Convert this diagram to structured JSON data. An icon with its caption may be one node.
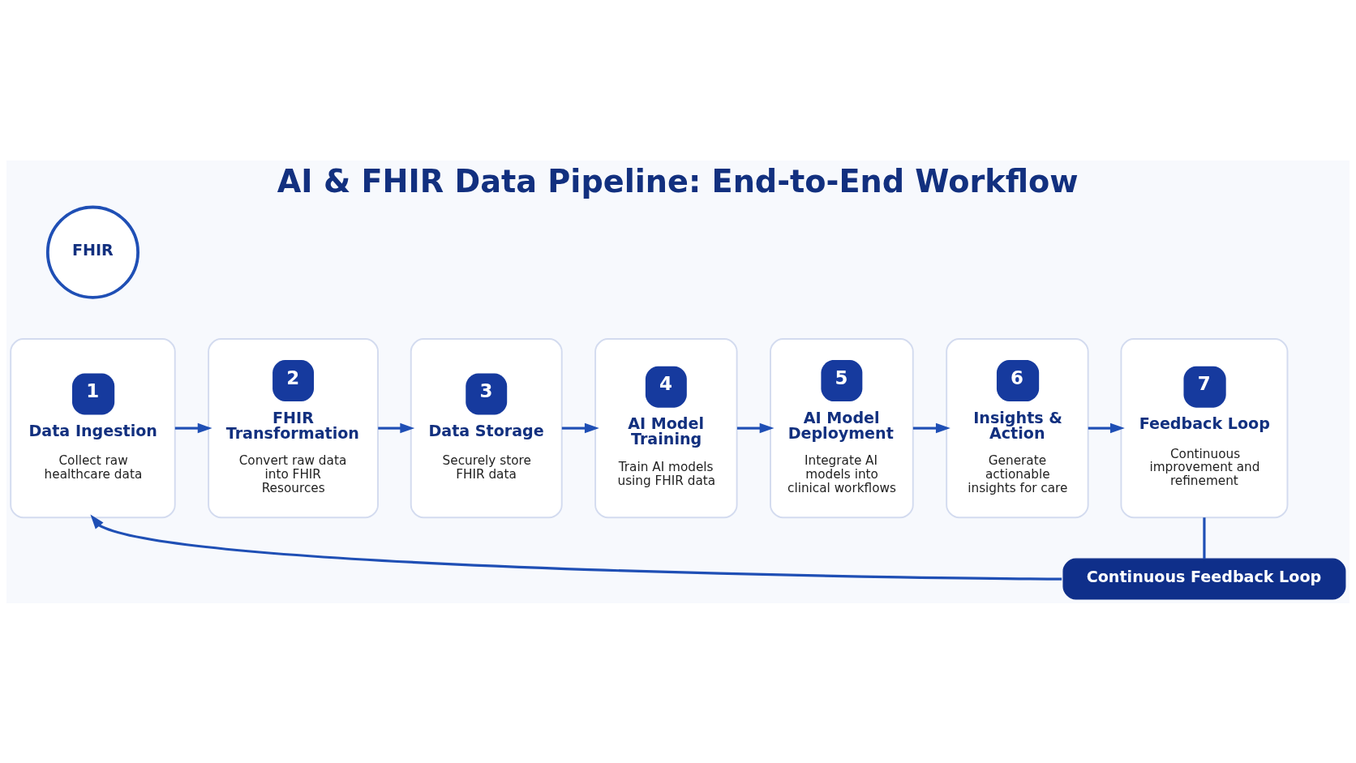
{
  "diagram": {
    "title": "AI & FHIR Data Pipeline: End-to-End Workflow",
    "nodes": [
      {
        "text": [
          "FHIR"
        ]
      },
      {
        "text": [
          "1",
          "Data Ingestion",
          "Collect raw healthcare data"
        ]
      },
      {
        "text": [
          "2",
          "FHIR Transformation",
          "Convert raw data into FHIR Resources"
        ]
      },
      {
        "text": [
          "3",
          "Data Storage",
          "Securely store FHIR data"
        ]
      },
      {
        "text": [
          "4",
          "AI Model Training",
          "Train AI models using FHIR data"
        ]
      },
      {
        "text": [
          "5",
          "AI Model Deployment",
          "Integrate AI models into clinical workflows"
        ]
      },
      {
        "text": [
          "6",
          "Insights & Action",
          "Generate actionable insights for care"
        ]
      },
      {
        "text": [
          "7",
          "Feedback Loop",
          "Continuous improvement and refinement"
        ]
      },
      {
        "text": [
          "Continuous Feedback Loop"
        ]
      }
    ],
    "edges": [
      {
        "from": 1,
        "to": 2,
        "arrow": "to"
      },
      {
        "from": 2,
        "to": 3,
        "arrow": "to"
      },
      {
        "from": 3,
        "to": 4,
        "arrow": "to"
      },
      {
        "from": 4,
        "to": 5,
        "arrow": "to"
      },
      {
        "from": 5,
        "to": 6,
        "arrow": "to"
      },
      {
        "from": 6,
        "to": 7,
        "arrow": "to"
      },
      {
        "from": 7,
        "to": 8,
        "arrow": "none"
      },
      {
        "from": 8,
        "to": 1,
        "arrow": "to"
      }
    ]
  }
}
